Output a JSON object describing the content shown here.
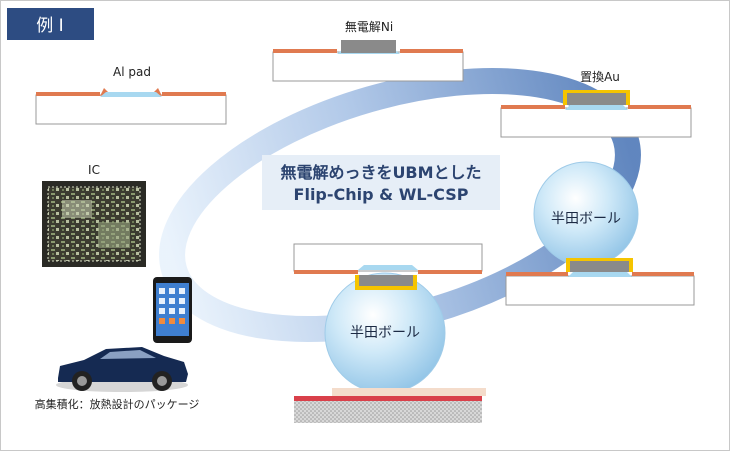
{
  "title": "例 Ⅰ",
  "center_caption": {
    "line1": "無電解めっきをUBMとした",
    "line2": "Flip-Chip & WL-CSP"
  },
  "labels": {
    "al_pad": "Al pad",
    "ni": "無電解Ni",
    "au": "置換Au",
    "ic": "IC",
    "solder_right": "半田ボール",
    "solder_bottom": "半田ボール",
    "footer": "高集積化：放熱設計のパッケージ"
  },
  "colors": {
    "title_bg": "#2d4c82",
    "pad": "#e07a50",
    "ni": "#8a8a8a",
    "au": "#f5c400",
    "ring": "#6d91c8",
    "ball": "#bde0f5",
    "caption_bg": "#e6eef7",
    "caption_text": "#2c4470"
  }
}
